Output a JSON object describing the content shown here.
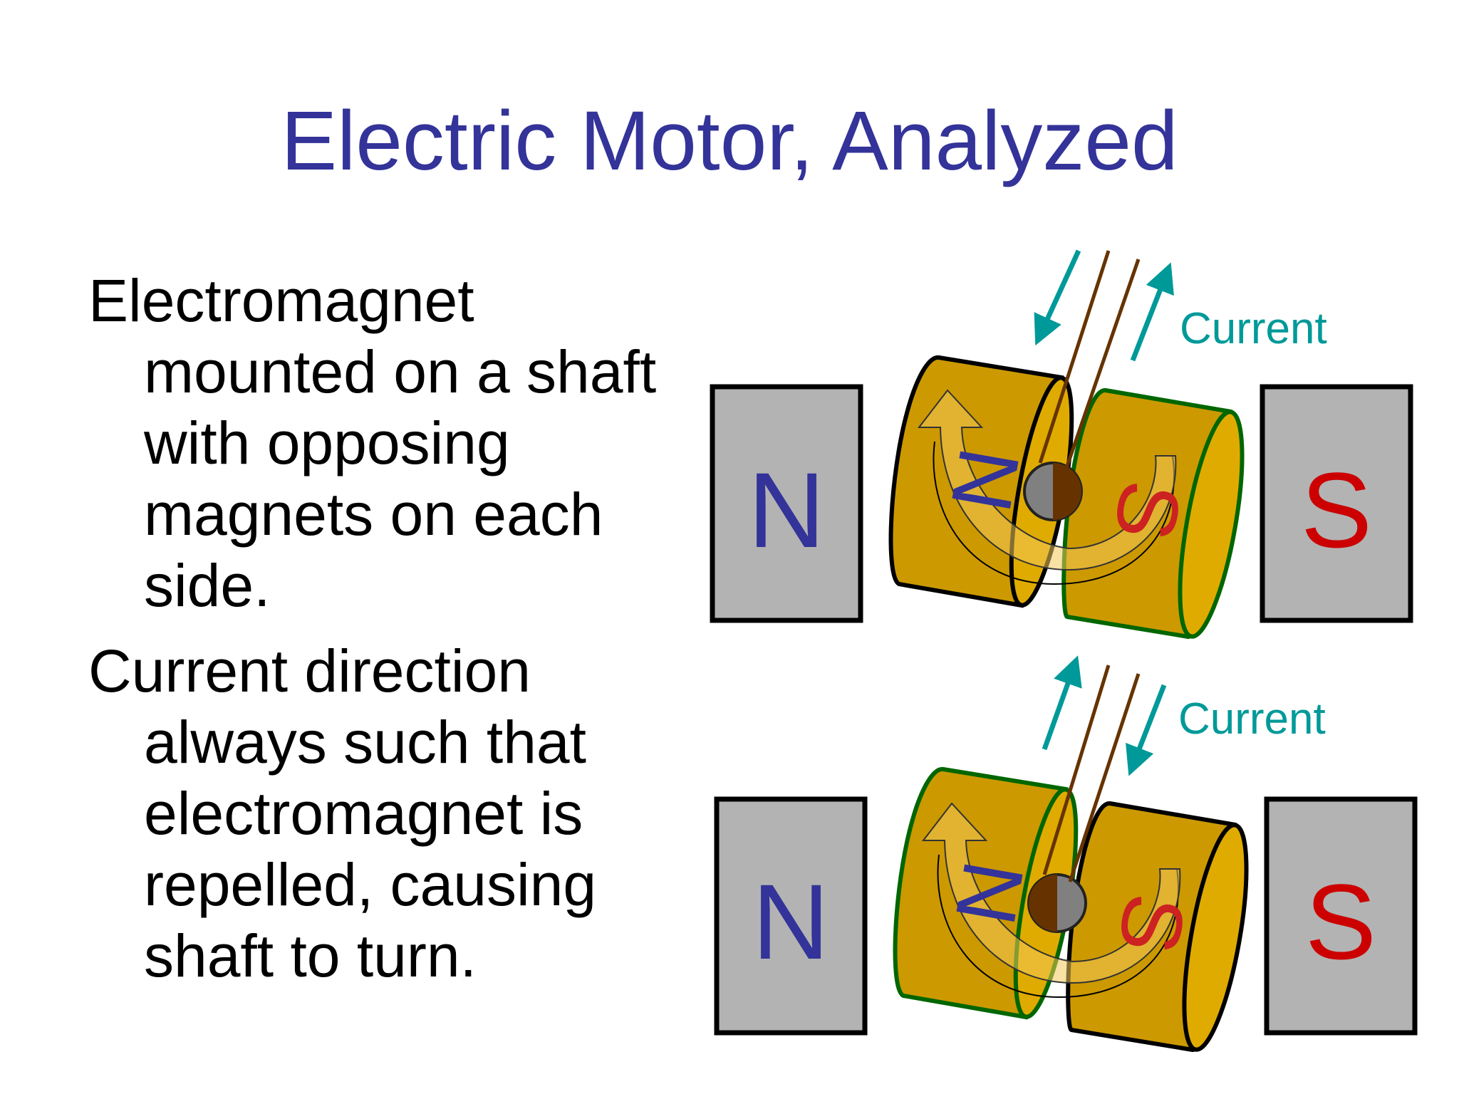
{
  "title": "Electric Motor, Analyzed",
  "bullets": [
    "Electromagnet mounted on a shaft with opposing magnets on each side.",
    "Current direction always such that electromagnet is repelled, causing shaft to turn."
  ],
  "diagrams": [
    {
      "left_magnet": "N",
      "right_magnet": "S",
      "rotor_left_pole": "N",
      "rotor_right_pole": "S",
      "current_label": "Current"
    },
    {
      "left_magnet": "N",
      "right_magnet": "S",
      "rotor_left_pole": "N",
      "rotor_right_pole": "S",
      "current_label": "Current"
    }
  ],
  "colors": {
    "title": "#333399",
    "north": "#333399",
    "south": "#cc0000",
    "magnet_fill": "#b3b3b3",
    "rotor_fill": "#cc9900",
    "green_outline": "#006600",
    "wire": "#663300",
    "current_arrow": "#009999"
  }
}
